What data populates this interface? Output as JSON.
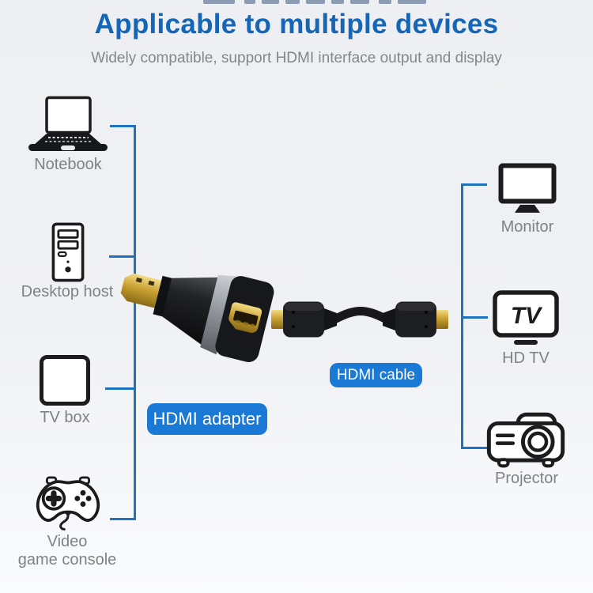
{
  "header": {
    "title": "Applicable to multiple devices",
    "subtitle": "Widely compatible, support HDMI interface output and display"
  },
  "connection": {
    "adapter_label": "HDMI adapter",
    "cable_label": "HDMI cable"
  },
  "devices": {
    "left": [
      {
        "name": "notebook",
        "label": "Notebook"
      },
      {
        "name": "desktop-host",
        "label": "Desktop host"
      },
      {
        "name": "tv-box",
        "label": "TV box"
      },
      {
        "name": "video-game-console",
        "label_line1": "Video",
        "label_line2": "game console"
      }
    ],
    "right": [
      {
        "name": "monitor",
        "label": "Monitor"
      },
      {
        "name": "hd-tv",
        "label": "HD TV",
        "screen_text": "TV"
      },
      {
        "name": "projector",
        "label": "Projector"
      }
    ]
  },
  "colors": {
    "title_blue": "#1666b8",
    "pill_blue": "#1b79d6",
    "line_blue": "#1f72c2",
    "label_gray": "#7f8184",
    "icon_black": "#1c1c1e",
    "background": "#eff1f3"
  }
}
